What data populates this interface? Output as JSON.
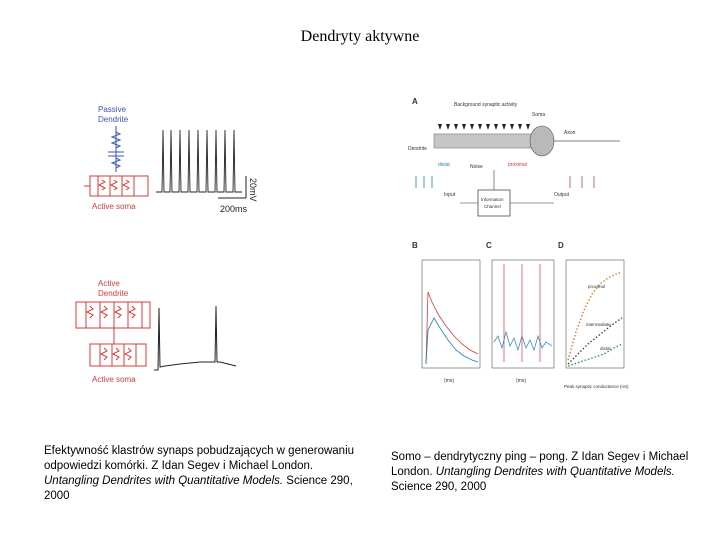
{
  "slide": {
    "title": "Dendryty aktywne"
  },
  "left_figure": {
    "top_panel": {
      "label_line1": "Passive",
      "label_line2": "Dendrite",
      "soma_label": "Active soma",
      "scale_time": "200ms",
      "scale_voltage": "20mV"
    },
    "bottom_panel": {
      "label_line1": "Active",
      "label_line2": "Dendrite",
      "soma_label": "Active soma"
    }
  },
  "right_figure": {
    "panel_a": "A",
    "panel_b": "B",
    "panel_c": "C",
    "panel_d": "D",
    "background_label": "Background synaptic activity",
    "soma": "Soma",
    "axon": "Axon",
    "dendrite": "Dendrite",
    "distal": "distal",
    "proximal": "proximal",
    "noise": "Noise",
    "input": "Input",
    "output": "Output",
    "channel_line1": "Information",
    "channel_line2": "Channel",
    "d_proximal": "proximal",
    "d_intermediate": "intermediate",
    "d_distal": "distal",
    "xlabel_b": "(ms)",
    "xlabel_c": "(ms)",
    "xlabel_d": "Peak synaptic conductance (nS)"
  },
  "captions": {
    "left_text": "Efektywność klastrów synaps pobudzających w generowaniu odpowiedzi komórki. Z Idan Segev i Michael London.",
    "left_italic": "Untangling Dendrites with Quantitative Models.",
    "left_ref": "Science 290, 2000",
    "right_text": "Somo – dendrytyczny ping – pong. Z Idan Segev i Michael London.",
    "right_italic": "Untangling Dendrites with Quantitative Models.",
    "right_ref": "Science 290, 2000"
  }
}
